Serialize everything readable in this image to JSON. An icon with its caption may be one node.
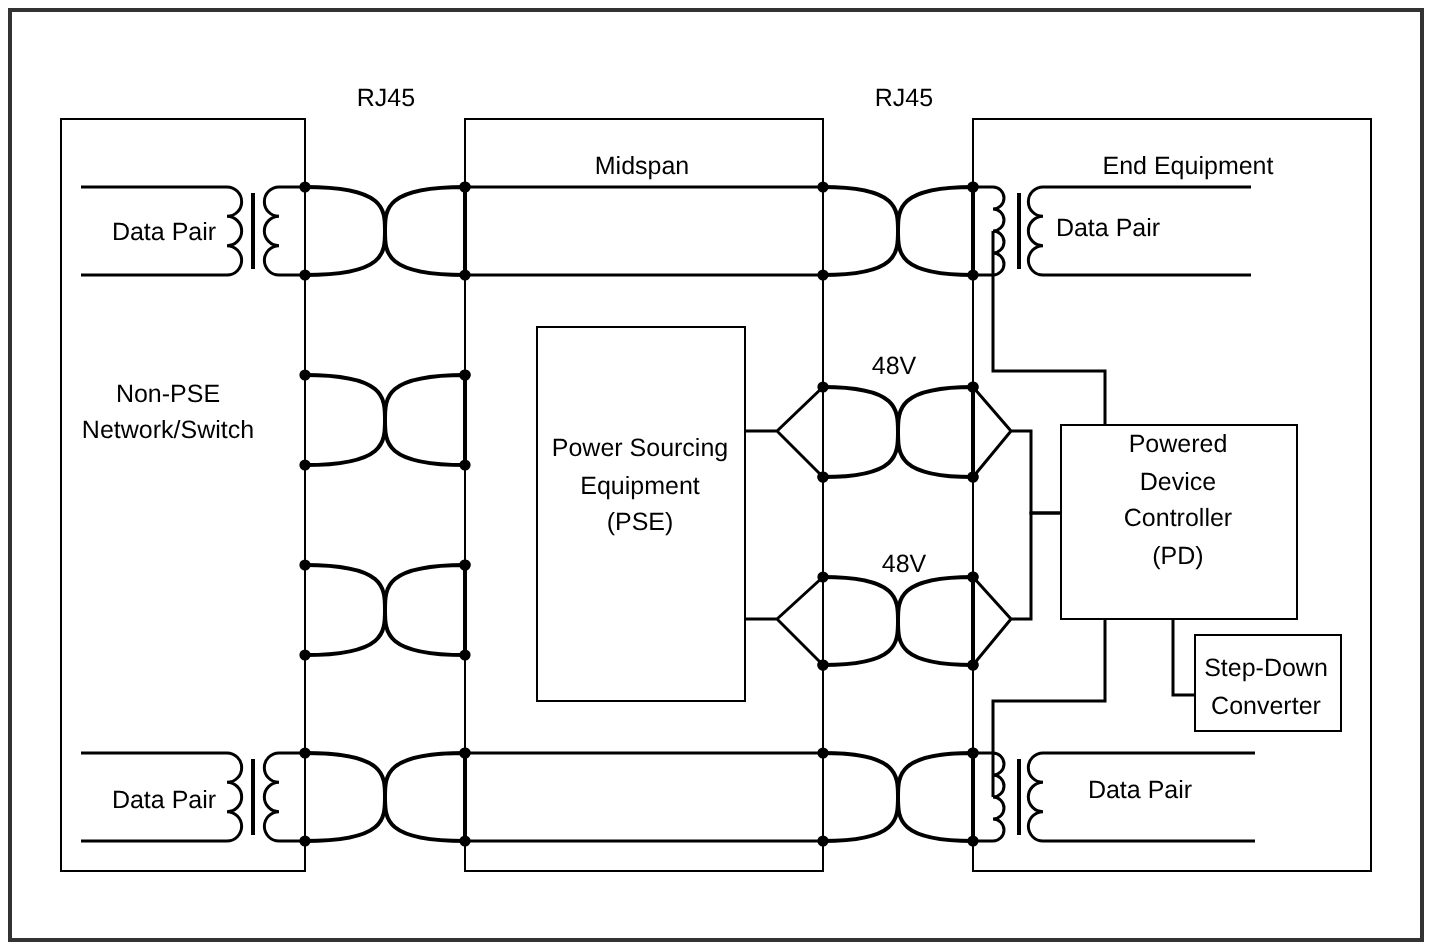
{
  "diagram": {
    "nodes": [
      {
        "text": [
          "Non-PSE Network/Switch"
        ]
      },
      {
        "text": [
          "Data Pair"
        ],
        "in": 0
      },
      {
        "text": [
          "Data Pair"
        ],
        "in": 0
      },
      {
        "text": [
          "Midspan"
        ]
      },
      {
        "text": [
          "Power Sourcing Equipment (PSE)"
        ],
        "in": 3
      },
      {
        "text": [
          "End Equipment"
        ]
      },
      {
        "text": [
          "Data Pair"
        ],
        "in": 5
      },
      {
        "text": [
          "Powered Device Controller (PD)"
        ],
        "in": 5
      },
      {
        "text": [
          "Step-Down Converter"
        ],
        "in": 5
      },
      {
        "text": [
          "Data Pair"
        ],
        "in": 5
      }
    ],
    "edges": [
      {
        "from": 0,
        "to": 3,
        "arrow": "other"
      },
      {
        "from": 0,
        "to": 3,
        "arrow": "other"
      },
      {
        "from": 0,
        "to": 3,
        "arrow": "other"
      },
      {
        "from": 0,
        "to": 3,
        "arrow": "other"
      },
      {
        "from": 3,
        "to": 5,
        "arrow": "other"
      },
      {
        "from": 3,
        "to": 5,
        "arrow": "other",
        "label": "48V"
      },
      {
        "from": 3,
        "to": 5,
        "arrow": "other",
        "label": "48V"
      },
      {
        "from": 3,
        "to": 5,
        "arrow": "other"
      },
      {
        "from": 4,
        "to": 3,
        "arrow": "other"
      },
      {
        "from": 4,
        "to": 3,
        "arrow": "other"
      },
      {
        "from": 5,
        "to": 7,
        "arrow": "other"
      },
      {
        "from": 5,
        "to": 7,
        "arrow": "other"
      },
      {
        "from": 7,
        "to": 8,
        "arrow": "none"
      },
      {
        "from": 7,
        "to": 6,
        "arrow": "none"
      },
      {
        "from": 7,
        "to": 9,
        "arrow": "none"
      }
    ],
    "labels": [
      "RJ45",
      "RJ45"
    ]
  }
}
